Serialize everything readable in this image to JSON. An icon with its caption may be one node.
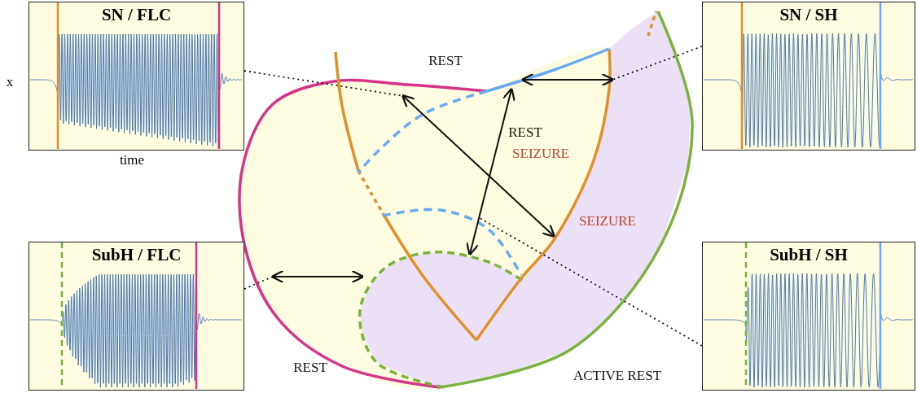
{
  "diagram": {
    "nodes": [
      {
        "text": [
          "SN / FLC"
        ],
        "beside": [
          "x",
          "time"
        ]
      },
      {
        "text": [
          "SN / SH"
        ]
      },
      {
        "text": [
          "SubH / FLC"
        ]
      },
      {
        "text": [
          "SubH / SH"
        ]
      },
      {
        "text": [],
        "shape": "arrow"
      },
      {
        "text": [],
        "shape": "arrow"
      },
      {
        "text": [],
        "shape": "arrow"
      },
      {
        "text": [],
        "shape": "arrow"
      }
    ],
    "edges": [
      {
        "from": 0,
        "to": 4,
        "arrow": "none",
        "style": "dashed"
      },
      {
        "from": 1,
        "to": 6,
        "arrow": "none",
        "style": "dashed"
      },
      {
        "from": 2,
        "to": 7,
        "arrow": "none",
        "style": "dashed"
      },
      {
        "from": 3,
        "to": 5,
        "arrow": "none",
        "style": "dashed"
      }
    ],
    "labels": [
      "REST",
      "REST",
      "SEIZURE",
      "SEIZURE",
      "REST",
      "ACTIVE REST"
    ]
  }
}
